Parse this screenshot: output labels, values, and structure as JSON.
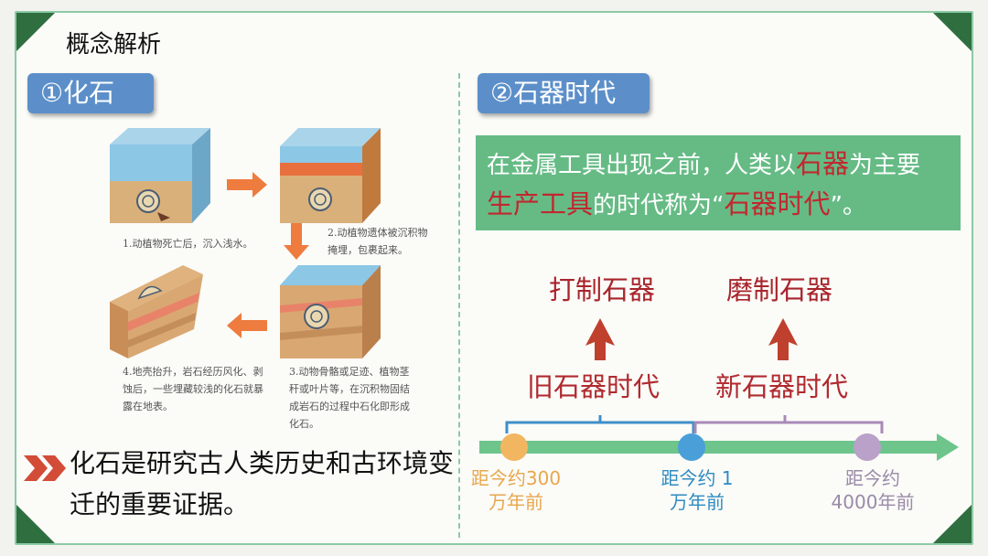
{
  "title": "概念解析",
  "section_fossil": {
    "heading": "①化石",
    "steps": [
      "1.动植物死亡后，沉入浅水。",
      "2.动植物遗体被沉积物掩埋，包裹起来。",
      "3.动物骨骼或足迹、植物茎秆或叶片等，在沉积物固结成岩石的过程中石化即形成化石。",
      "4.地壳抬升，岩石经历风化、剥蚀后，一些埋藏较浅的化石就暴露在地表。"
    ],
    "conclusion": "化石是研究古人类历史和古环境变迁的重要证据。"
  },
  "section_stone_age": {
    "heading": "②石器时代",
    "definition": {
      "part1": "在金属工具出现之前，人类以",
      "highlight1": "石器",
      "part2": "为主要",
      "highlight2": "生产工具",
      "part3": "的时代称为“",
      "highlight3": "石器时代",
      "part4": "”。"
    },
    "tools": [
      "打制石器",
      "磨制石器"
    ],
    "eras": [
      "旧石器时代",
      "新石器时代"
    ],
    "timeline": [
      {
        "line1": "距今约300",
        "line2": "万年前",
        "color": "#f2b661"
      },
      {
        "line1": "距今约 1",
        "line2": "万年前",
        "color": "#4a9fd8"
      },
      {
        "line1": "距今约",
        "line2": "4000年前",
        "color": "#b9a1c9"
      }
    ],
    "colors": {
      "timeline_arrow": "#6dc58c",
      "bracket_old": "#3f8fc9",
      "bracket_new": "#a88ab8",
      "up_arrow": "#c0402e"
    }
  }
}
